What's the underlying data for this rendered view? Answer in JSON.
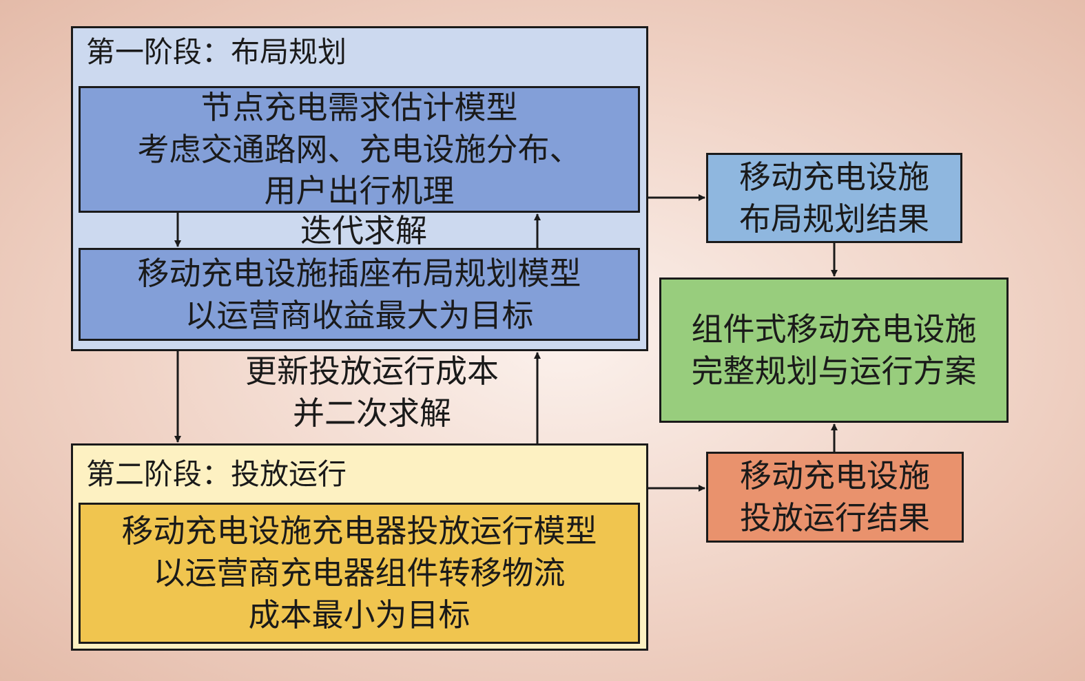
{
  "colors": {
    "stage1_bg": "#ccd9ef",
    "stage1_inner": "#839fd8",
    "stage2_bg": "#fdf1c2",
    "stage2_inner": "#f0c54f",
    "layout_result": "#8fb7df",
    "operation_result": "#e9926d",
    "final_plan": "#98cd7d",
    "line": "#1a1a1a"
  },
  "stage1": {
    "title": "第一阶段：布局规划",
    "demand_model": {
      "line1": "节点充电需求估计模型",
      "line2": "考虑交通路网、充电设施分布、",
      "line3": "用户出行机理"
    },
    "iterate_label": "迭代求解",
    "socket_model": {
      "line1": "移动充电设施插座布局规划模型",
      "line2": "以运营商收益最大为目标"
    }
  },
  "feedback_label": {
    "line1": "更新投放运行成本",
    "line2": "并二次求解"
  },
  "stage2": {
    "title": "第二阶段：投放运行",
    "charger_model": {
      "line1": "移动充电设施充电器投放运行模型",
      "line2": "以运营商充电器组件转移物流",
      "line3": "成本最小为目标"
    }
  },
  "layout_result": {
    "line1": "移动充电设施",
    "line2": "布局规划结果"
  },
  "final_plan": {
    "line1": "组件式移动充电设施",
    "line2": "完整规划与运行方案"
  },
  "operation_result": {
    "line1": "移动充电设施",
    "line2": "投放运行结果"
  }
}
